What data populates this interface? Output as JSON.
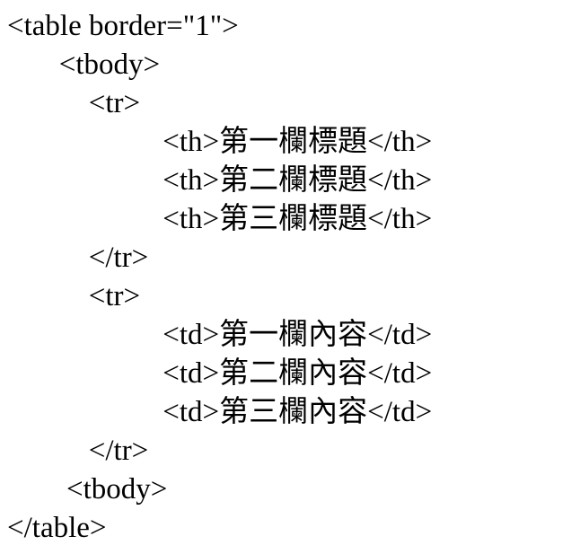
{
  "colors": {
    "text": "#000000",
    "background": "#ffffff"
  },
  "code": {
    "language": "html",
    "lines": [
      {
        "text": "<table border=\"1\">"
      },
      {
        "text": "       <tbody>"
      },
      {
        "text": "           <tr>"
      },
      {
        "text": "                     <th>第一欄標題</th>"
      },
      {
        "text": "                     <th>第二欄標題</th>"
      },
      {
        "text": "                     <th>第三欄標題</th>"
      },
      {
        "text": "           </tr>"
      },
      {
        "text": "           <tr>"
      },
      {
        "text": "                     <td>第一欄內容</td>"
      },
      {
        "text": "                     <td>第二欄內容</td>"
      },
      {
        "text": "                     <td>第三欄內容</td>"
      },
      {
        "text": "           </tr>"
      },
      {
        "text": "        <tbody>"
      },
      {
        "text": "</table>"
      }
    ]
  }
}
